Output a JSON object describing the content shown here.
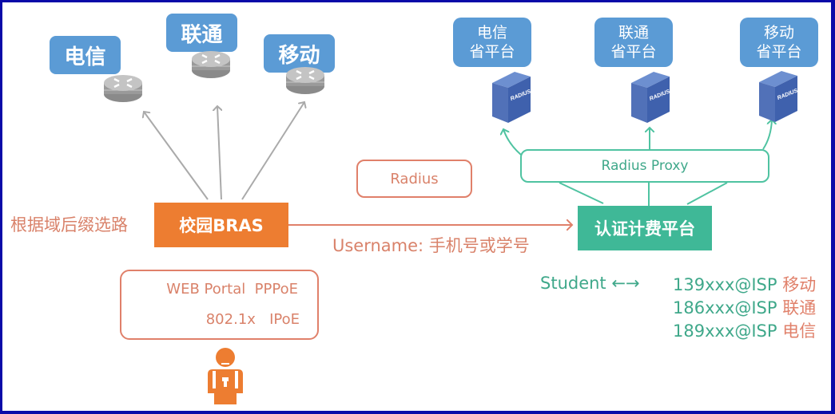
{
  "left_isps": [
    {
      "label": "电信"
    },
    {
      "label": "联通"
    },
    {
      "label": "移动"
    }
  ],
  "provincial_platforms": [
    {
      "line1": "电信",
      "line2": "省平台",
      "server_label": "RADIUS"
    },
    {
      "line1": "联通",
      "line2": "省平台",
      "server_label": "RADIUS"
    },
    {
      "line1": "移动",
      "line2": "省平台",
      "server_label": "RADIUS"
    }
  ],
  "bras": {
    "label": "校园BRAS"
  },
  "route_label": "根据域后缀选路",
  "radius_label": "Radius",
  "username_label": "Username: 手机号或学号",
  "auth_platform": {
    "label": "认证计费平台"
  },
  "radius_proxy": {
    "label": "Radius Proxy"
  },
  "access_methods": {
    "row1": "WEB Portal  PPPoE",
    "row2": "802.1x   IPoE"
  },
  "student_mapping": {
    "student_label": "Student ←→",
    "accounts": [
      {
        "account": "139xxx@ISP",
        "isp": "移动"
      },
      {
        "account": "186xxx@ISP",
        "isp": "联通"
      },
      {
        "account": "189xxx@ISP",
        "isp": "电信"
      }
    ]
  },
  "colors": {
    "isp_blue": "#5b9bd5",
    "bras_orange": "#ed7d31",
    "auth_green": "#3fb897",
    "text_salmon": "#d9826a",
    "text_teal": "#3fa88a",
    "frame_blue": "#0a0aa8"
  }
}
